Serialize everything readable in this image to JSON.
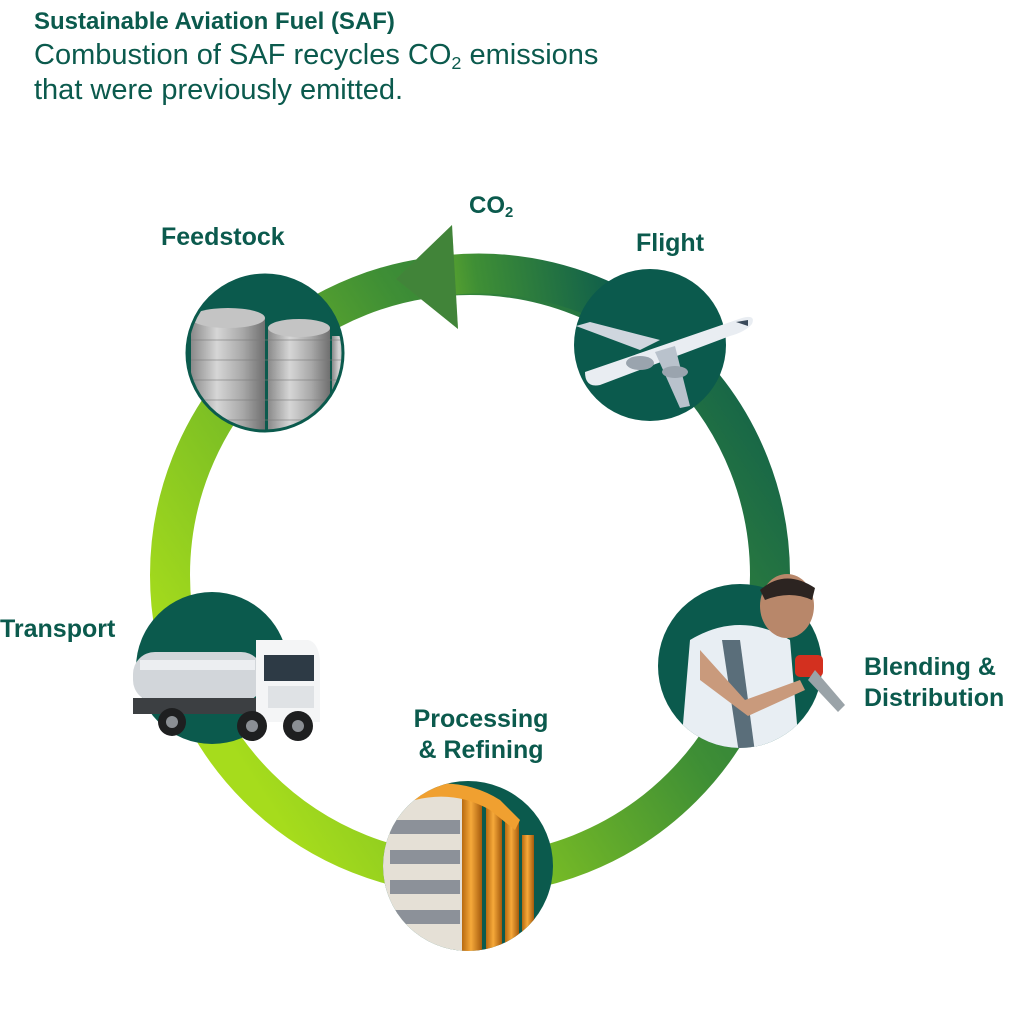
{
  "header": {
    "title": "Sustainable Aviation Fuel (SAF)",
    "subtitle_part1": "Combustion of SAF recycles CO",
    "subtitle_subscript": "2",
    "subtitle_part2": " emissions",
    "subtitle_line2": "that were previously emitted."
  },
  "cycle": {
    "co2_label": "CO",
    "co2_subscript": "2",
    "stages": {
      "feedstock": "Feedstock",
      "flight": "Flight",
      "blending_line1": "Blending &",
      "blending_line2": "Distribution",
      "processing_line1": "Processing",
      "processing_line2": "& Refining",
      "transport": "Transport"
    },
    "images": {
      "feedstock": "silos",
      "flight": "airplane",
      "blending": "fuel-worker",
      "processing": "refinery-pipes",
      "transport": "tanker-truck"
    }
  },
  "colors": {
    "title": "#0b5a4d",
    "ring_dark": "#0b5a4d",
    "ring_light": "#a8dc1c",
    "circle_bg": "#0b5a4d"
  }
}
